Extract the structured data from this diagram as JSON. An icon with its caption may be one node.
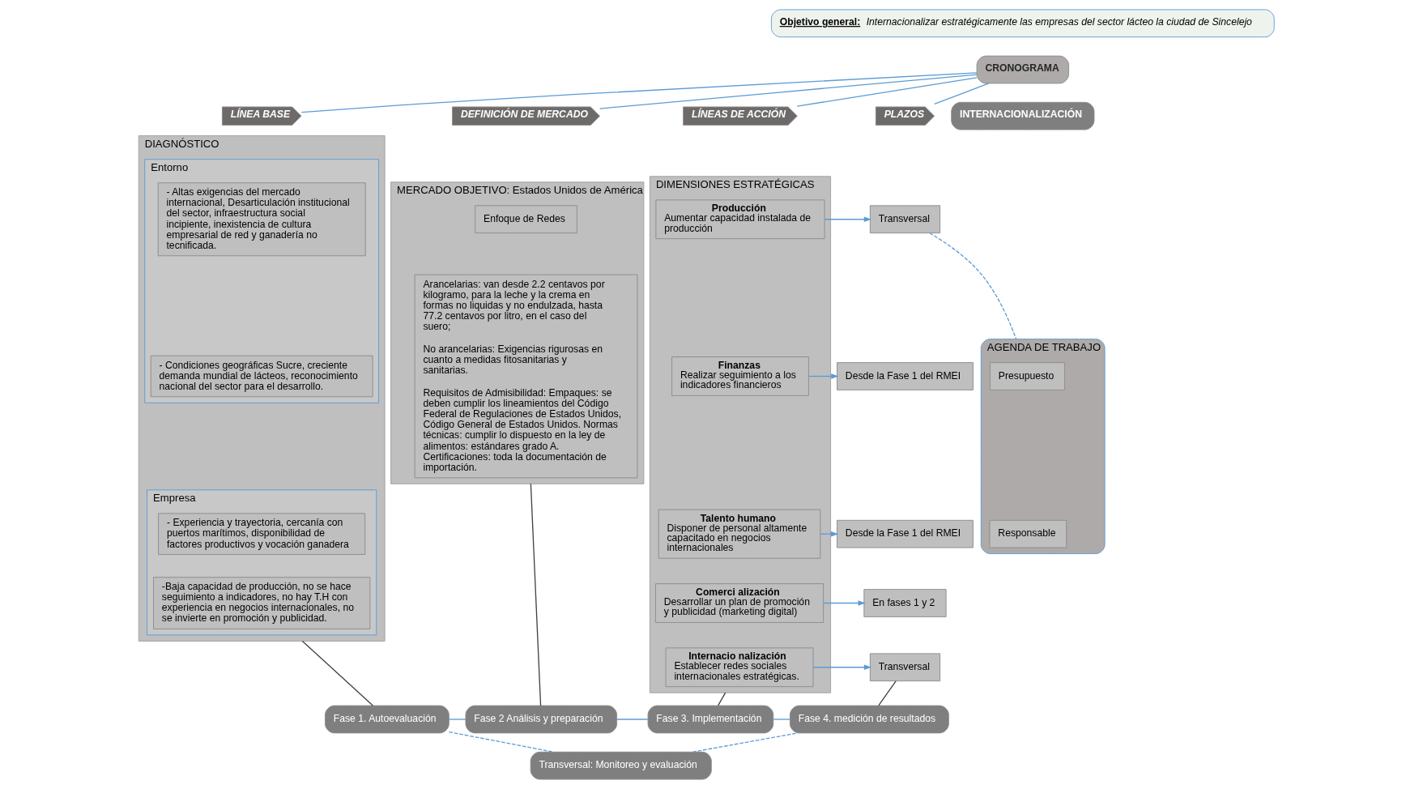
{
  "diagram": {
    "nodes": [
      {
        "text": [
          "Objetivo general:",
          "Internacionalizar estratégicamente las empresas del sector lácteo la ciudad de Sincelejo"
        ]
      },
      {
        "text": [
          "CRONOGRAMA"
        ]
      },
      {
        "text": [
          "LÍNEA BASE"
        ]
      },
      {
        "text": [
          "DEFINICIÓN DE MERCADO"
        ]
      },
      {
        "text": [
          "LÍNEAS DE ACCIÓN"
        ]
      },
      {
        "text": [
          "PLAZOS"
        ]
      },
      {
        "text": [
          "DIAGNÓSTICO"
        ]
      },
      {
        "text": [
          "Entorno"
        ],
        "in": 6
      },
      {
        "text": [
          "- Altas exigencias del mercado internacional, Desarticulación institucional del sector, infraestructura social incipiente, inexistencia de cultura empresarial de red y ganadería no tecnificada."
        ],
        "in": 7
      },
      {
        "text": [
          "- Condiciones geográficas Sucre, creciente demanda mundial de lácteos, reconocimiento nacional del sector para el desarrollo."
        ],
        "in": 7
      },
      {
        "text": [
          "Empresa"
        ],
        "in": 6
      },
      {
        "text": [
          "- Experiencia y trayectoria, cercanía con puertos marítimos, disponibilidad de factores productivos y vocación ganadera"
        ],
        "in": 10
      },
      {
        "text": [
          "-Baja capacidad de producción, no se hace seguimiento a indicadores, no hay T.H con experiencia en negocios internacionales, no se invierte en promoción y publicidad."
        ],
        "in": 10
      },
      {
        "text": [
          "MERCADO OBJETIVO: Estados Unidos de América"
        ]
      },
      {
        "text": [
          "Enfoque de Redes"
        ],
        "in": 13
      },
      {
        "text": [
          "Arancelarias: van desde 2.2 centavos por kilogramo, para la leche y la crema en formas no liquidas y no endulzada, hasta 77.2 centavos por litro, en el caso del suero;",
          "No arancelarias: Exigencias rigurosas en cuanto a medidas fitosanitarias y sanitarias.",
          "Requisitos de Admisibilidad: Empaques: se deben cumplir los lineamientos del Código Federal de Regulaciones de Estados Unidos, Código General de Estados Unidos. Normas técnicas: cumplir lo dispuesto en la ley de alimentos: estándares grado A. Certificaciones: toda la documentación de importación."
        ],
        "in": 13
      },
      {
        "text": [
          "DIMENSIONES ESTRATÉGICAS"
        ]
      },
      {
        "text": [
          "Producción",
          "Aumentar capacidad instalada de producción"
        ],
        "in": 16
      },
      {
        "text": [
          "Finanzas",
          "Realizar seguimiento a los indicadores financieros"
        ],
        "in": 16
      },
      {
        "text": [
          "Talento humano",
          "Disponer de personal altamente capacitado en negocios internacionales"
        ],
        "in": 16
      },
      {
        "text": [
          "Comerci alización",
          "Desarrollar un plan de promoción y publicidad (marketing digital)"
        ],
        "in": 16
      },
      {
        "text": [
          "Internacio nalización",
          "Establecer redes sociales internacionales estratégicas."
        ],
        "in": 16
      },
      {
        "text": [
          "Transversal"
        ]
      },
      {
        "text": [
          "Desde la Fase 1 del RMEI"
        ]
      },
      {
        "text": [
          "Desde la Fase 1 del RMEI"
        ]
      },
      {
        "text": [
          "En fases 1 y 2"
        ]
      },
      {
        "text": [
          "Transversal"
        ]
      },
      {
        "text": [
          "AGENDA DE TRABAJO"
        ]
      },
      {
        "text": [
          "Presupuesto"
        ],
        "in": 27
      },
      {
        "text": [
          "Responsable"
        ],
        "in": 27
      },
      {
        "text": [
          "INTERNACIONALIZACIÓN"
        ]
      },
      {
        "text": [
          "Fase 1. Autoevaluación"
        ]
      },
      {
        "text": [
          "Fase 2 Análisis y preparación"
        ]
      },
      {
        "text": [
          "Fase 3. Implementación"
        ]
      },
      {
        "text": [
          "Fase 4. medición de resultados"
        ]
      },
      {
        "text": [
          "Transversal: Monitoreo y evaluación"
        ]
      }
    ],
    "edges": [
      {
        "from": 1,
        "to": 2,
        "arrow": "none"
      },
      {
        "from": 1,
        "to": 3,
        "arrow": "none"
      },
      {
        "from": 1,
        "to": 4,
        "arrow": "none"
      },
      {
        "from": 1,
        "to": 5,
        "arrow": "none"
      },
      {
        "from": 17,
        "to": 22,
        "arrow": "to"
      },
      {
        "from": 18,
        "to": 23,
        "arrow": "to"
      },
      {
        "from": 19,
        "to": 24,
        "arrow": "to"
      },
      {
        "from": 20,
        "to": 25,
        "arrow": "to"
      },
      {
        "from": 21,
        "to": 26,
        "arrow": "to"
      },
      {
        "from": 22,
        "to": 27,
        "arrow": "none",
        "style": "dashed"
      },
      {
        "from": 6,
        "to": 31,
        "arrow": "none",
        "color": "#404040"
      },
      {
        "from": 13,
        "to": 32,
        "arrow": "none",
        "color": "#404040"
      },
      {
        "from": 16,
        "to": 33,
        "arrow": "none",
        "color": "#404040"
      },
      {
        "from": 26,
        "to": 34,
        "arrow": "none",
        "color": "#404040"
      },
      {
        "from": 31,
        "to": 32,
        "arrow": "none"
      },
      {
        "from": 32,
        "to": 33,
        "arrow": "none"
      },
      {
        "from": 33,
        "to": 34,
        "arrow": "none"
      },
      {
        "from": 31,
        "to": 35,
        "arrow": "none",
        "style": "dashed"
      },
      {
        "from": 35,
        "to": 34,
        "arrow": "none",
        "style": "dashed"
      }
    ]
  }
}
